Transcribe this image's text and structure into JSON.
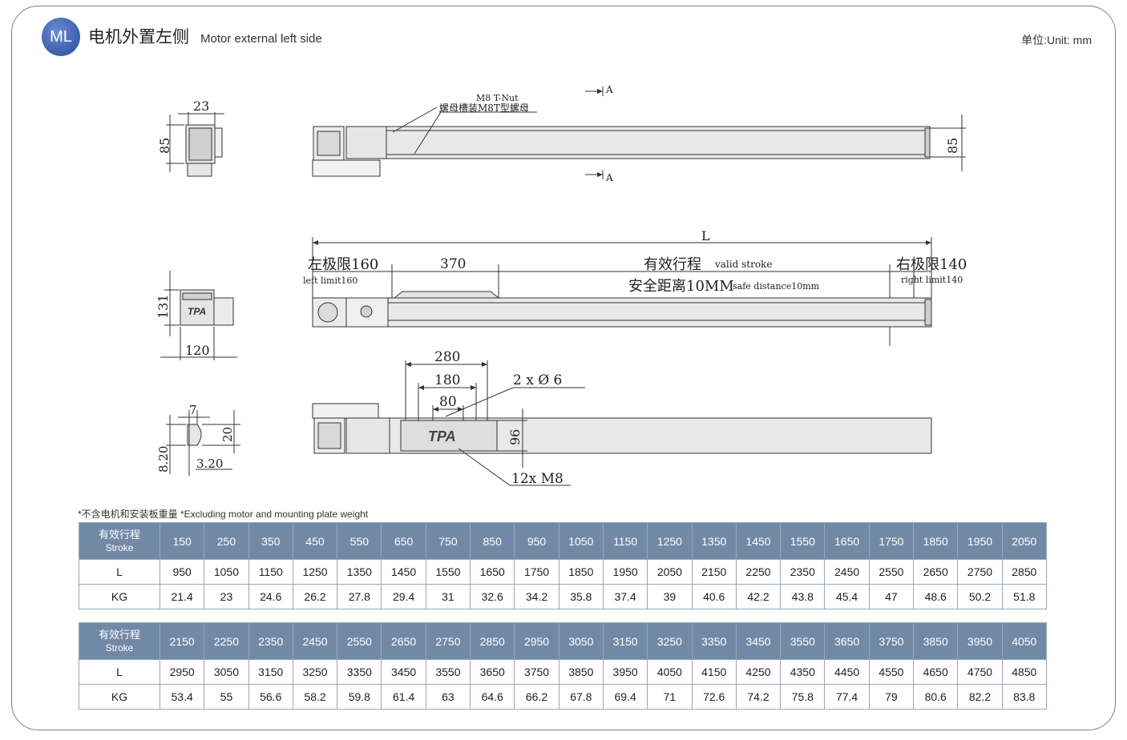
{
  "header": {
    "badge": "ML",
    "title_cn": "电机外置左侧",
    "title_en": "Motor external left side",
    "unit": "单位:Unit: mm"
  },
  "drawing": {
    "side_view_width": "23",
    "side_view_height": "85",
    "section_mark": "A",
    "tnut_label_en": "M8 T-Nut",
    "tnut_label_cn": "螺母槽装M8T型螺母",
    "front_height": "85",
    "length_label": "L",
    "left_limit_cn": "左极限160",
    "left_limit_en": "left limit160",
    "carriage_len": "370",
    "valid_stroke_cn": "有效行程",
    "valid_stroke_en": "valid stroke",
    "safe_distance_cn": "安全距离10MM",
    "safe_distance_en": "safe distance10mm",
    "right_limit_cn": "右极限140",
    "right_limit_en": "right limit140",
    "end_height": "131",
    "end_width": "120",
    "logo": "TPA",
    "dim_280": "280",
    "dim_180": "180",
    "dim_80": "80",
    "holes_label": "2 x Ø 6",
    "dim_96": "96",
    "thread_label": "12x   M8",
    "slot_7": "7",
    "slot_20": "20",
    "slot_820": "8.20",
    "slot_320": "3.20"
  },
  "note": "*不含电机和安装板重量 *Excluding motor and mounting plate weight",
  "table1": {
    "head_cn": "有效行程",
    "head_en": "Stroke",
    "l_label": "L",
    "kg_label": "KG",
    "stroke": [
      "150",
      "250",
      "350",
      "450",
      "550",
      "650",
      "750",
      "850",
      "950",
      "1050",
      "1150",
      "1250",
      "1350",
      "1450",
      "1550",
      "1650",
      "1750",
      "1850",
      "1950",
      "2050"
    ],
    "L": [
      "950",
      "1050",
      "1150",
      "1250",
      "1350",
      "1450",
      "1550",
      "1650",
      "1750",
      "1850",
      "1950",
      "2050",
      "2150",
      "2250",
      "2350",
      "2450",
      "2550",
      "2650",
      "2750",
      "2850"
    ],
    "KG": [
      "21.4",
      "23",
      "24.6",
      "26.2",
      "27.8",
      "29.4",
      "31",
      "32.6",
      "34.2",
      "35.8",
      "37.4",
      "39",
      "40.6",
      "42.2",
      "43.8",
      "45.4",
      "47",
      "48.6",
      "50.2",
      "51.8"
    ]
  },
  "table2": {
    "head_cn": "有效行程",
    "head_en": "Stroke",
    "l_label": "L",
    "kg_label": "KG",
    "stroke": [
      "2150",
      "2250",
      "2350",
      "2450",
      "2550",
      "2650",
      "2750",
      "2850",
      "2950",
      "3050",
      "3150",
      "3250",
      "3350",
      "3450",
      "3550",
      "3650",
      "3750",
      "3850",
      "3950",
      "4050"
    ],
    "L": [
      "2950",
      "3050",
      "3150",
      "3250",
      "3350",
      "3450",
      "3550",
      "3650",
      "3750",
      "3850",
      "3950",
      "4050",
      "4150",
      "4250",
      "4350",
      "4450",
      "4550",
      "4650",
      "4750",
      "4850"
    ],
    "KG": [
      "53.4",
      "55",
      "56.6",
      "58.2",
      "59.8",
      "61.4",
      "63",
      "64.6",
      "66.2",
      "67.8",
      "69.4",
      "71",
      "72.6",
      "74.2",
      "75.8",
      "77.4",
      "79",
      "80.6",
      "82.2",
      "83.8"
    ]
  }
}
